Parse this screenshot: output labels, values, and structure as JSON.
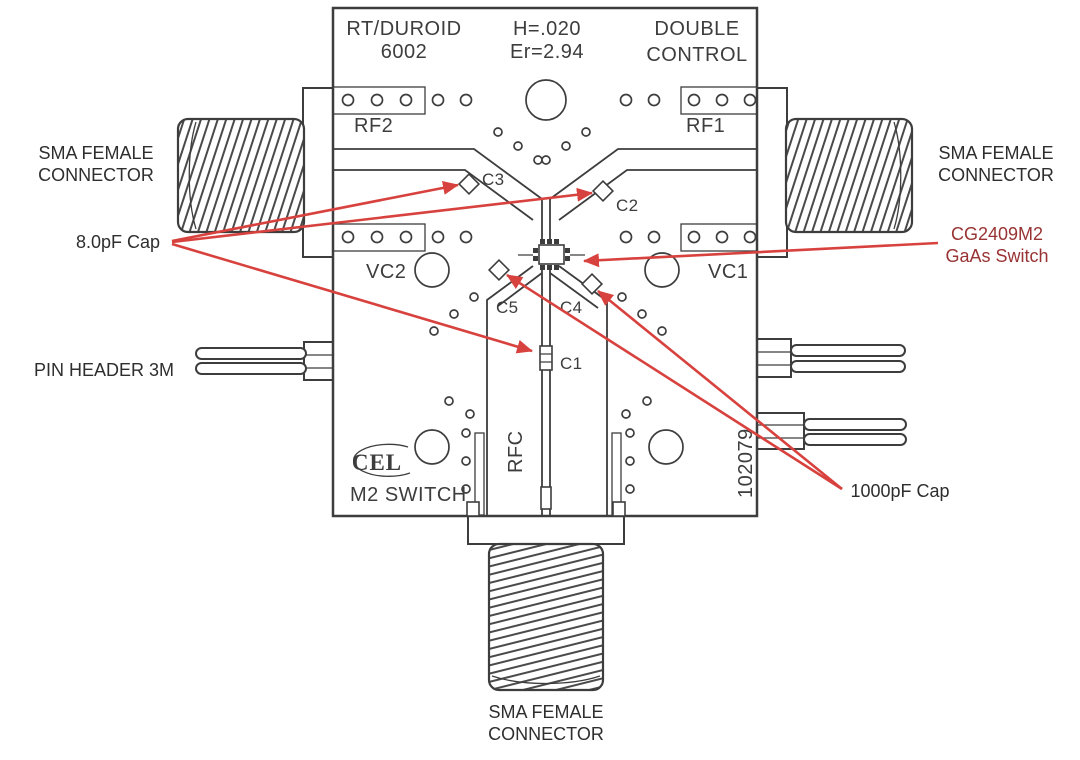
{
  "board": {
    "substrate": {
      "line1": "RT/DUROID",
      "line2": "6002"
    },
    "params": {
      "height": "H=.020",
      "dielectric": "Er=2.94"
    },
    "control": {
      "line1": "DOUBLE",
      "line2": "CONTROL"
    },
    "ports": {
      "rf2": "RF2",
      "rf1": "RF1",
      "vc2": "VC2",
      "vc1": "VC1",
      "rfc": "RFC"
    },
    "components": {
      "c1": "C1",
      "c2": "C2",
      "c3": "C3",
      "c4": "C4",
      "c5": "C5"
    },
    "logo": "CEL",
    "switch_label": "M2 SWITCH",
    "serial": "102079"
  },
  "callouts": {
    "sma_left": {
      "line1": "SMA FEMALE",
      "line2": "CONNECTOR"
    },
    "sma_right": {
      "line1": "SMA FEMALE",
      "line2": "CONNECTOR"
    },
    "sma_bottom": {
      "line1": "SMA FEMALE",
      "line2": "CONNECTOR"
    },
    "cap_8pf": "8.0pF Cap",
    "pin_header": "PIN HEADER 3M",
    "gaas_switch": {
      "line1": "CG2409M2",
      "line2": "GaAs Switch"
    },
    "cap_1000pf": "1000pF Cap"
  },
  "colors": {
    "ink": "#3d3d3d",
    "label_ink": "#2e2e2e",
    "arrow_red": "#d8423e",
    "switch_label_red": "#993333",
    "background": "#ffffff"
  }
}
